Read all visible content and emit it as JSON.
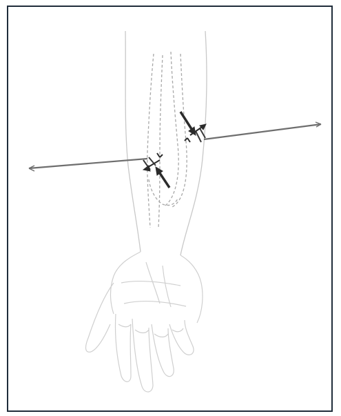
{
  "figure": {
    "description_hidden": "",
    "colors": {
      "frame_border": "#1f2c3a",
      "outline": "#c8c8c8",
      "bone_dashed": "#a8a8a8",
      "wire": "#6e6e6e",
      "arrow": "#2b2b2b"
    },
    "icons": [
      "forearm-outline",
      "hand-outline",
      "dashed-bone-outline",
      "needle-wire",
      "direction-arrow"
    ]
  }
}
